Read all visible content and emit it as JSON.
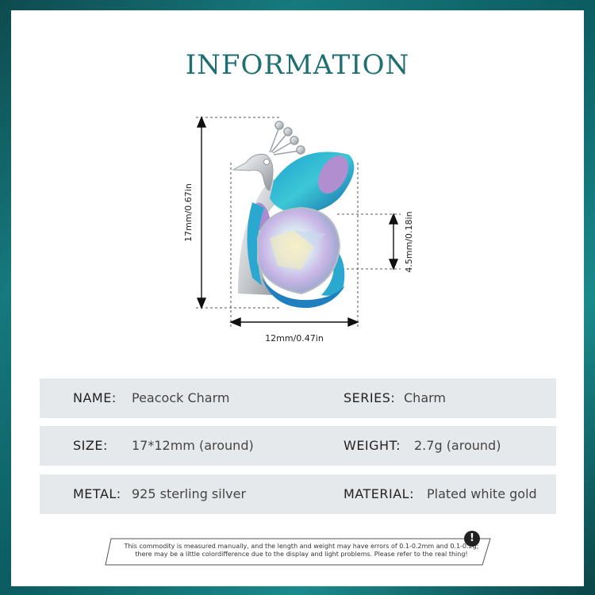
{
  "title": "INFORMATION",
  "dimensions": {
    "height": "17mm/0.67in",
    "width": "12mm/0.47in",
    "stone": "4.5mm/0.18in"
  },
  "specs": [
    {
      "label1": "NAME:",
      "value1": "Peacock Charm",
      "label2": "SERIES:",
      "value2": "Charm"
    },
    {
      "label1": "SIZE:",
      "value1": "17*12mm (around)",
      "label2": "WEIGHT:",
      "value2": "2.7g (around)"
    },
    {
      "label1": "METAL:",
      "value1": "925 sterling silver",
      "label2": "MATERIAL:",
      "value2": "Plated white gold"
    }
  ],
  "notice": {
    "line1": "This commodity is measured manually, and the length and weight may have errors of 0.1-0.2mm and 0.1-0.2g;",
    "line2": "there may be a little colordifference due to the display and light problems. Please refer to the real thing!",
    "icon": "exclamation-icon"
  },
  "colors": {
    "title": "#1f6e71",
    "row_bg": "#e6e9ec",
    "border_teal": "#167a7e"
  }
}
